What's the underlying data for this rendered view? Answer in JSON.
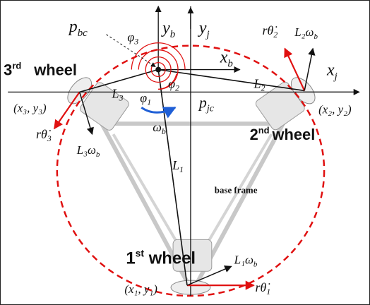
{
  "labels": {
    "p_bc": "p",
    "p_bc_sub": "bc",
    "p_jc": "p",
    "p_jc_sub": "jc",
    "y_b": "y",
    "y_b_sub": "b",
    "y_j": "y",
    "y_j_sub": "j",
    "x_b": "x",
    "x_b_sub": "b",
    "x_j": "x",
    "x_j_sub": "j",
    "phi1": "φ",
    "phi1_sub": "1",
    "phi2": "φ",
    "phi2_sub": "2",
    "phi3": "φ",
    "phi3_sub": "3",
    "omega_b": "ω",
    "omega_b_sub": "b",
    "L1": "L",
    "L1_sub": "1",
    "L2": "L",
    "L2_sub": "2",
    "L3": "L",
    "L3_sub": "3",
    "coord1": "(x₁, y₁)",
    "coord2": "(x₂, y₂)",
    "coord3": "(x₃, y₃)",
    "rtheta1": "rθ̇",
    "rtheta1_sub": "1",
    "rtheta2": "rθ̇",
    "rtheta2_sub": "2",
    "rtheta3": "rθ̇",
    "rtheta3_sub": "3",
    "L1wb": "L₁ω",
    "L1wb_sub": "b",
    "L2wb": "L₂ω",
    "L2wb_sub": "b",
    "L3wb": "L₃ω",
    "L3wb_sub": "b",
    "wheel1_num": "1",
    "wheel1_sup": "st",
    "wheel1_word": " wheel",
    "wheel2_num": "2",
    "wheel2_sup": "nd",
    "wheel2_word": "wheel",
    "wheel3_num": "3",
    "wheel3_sup": "rd",
    "wheel3_word": "wheel",
    "base_frame": "base frame"
  },
  "colors": {
    "ink": "#111111",
    "red": "#e01010",
    "blue": "#1f5fd6",
    "gray": "#9a9a9a"
  }
}
